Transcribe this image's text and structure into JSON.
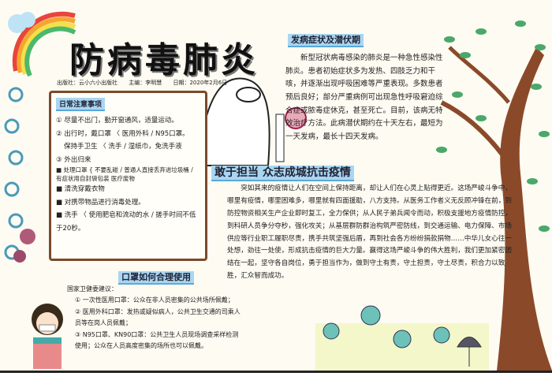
{
  "title": "防病毒肺炎",
  "meta": {
    "publisher": "出版社：云小六小出版社",
    "editor": "主编：李明慧",
    "date": "日期：2020年2月6日"
  },
  "daily": {
    "heading": "日常注意事项",
    "items": [
      "① 尽量不出门，勤开窗通风，适量运动。",
      "② 出行时，戴口罩 〈 医用外科 / N95口罩。",
      "保持手卫生 〈 洗手 / 湿纸巾，免洗手液",
      "③ 外出归来",
      "■ 处理口罩 { 不要乱碰 / 普通人直接丢弃进垃圾桶 / 有症状用自封袋包装 医疗废物",
      "■ 清洗穿戴衣物",
      "■ 对携带物品进行消毒处理。",
      "■ 洗手 〈 使用肥皂和流动的水 / 搓手时间不低于20秒。"
    ]
  },
  "symptoms": {
    "heading": "发病症状及潜伏期",
    "text": "新型冠状病毒感染的肺炎是一种急性感染性肺炎。患者初始症状多为发热、四肢乏力和干咳，并逐渐出现呼吸困难等严重表现。多数患者预后良好；部分严重病例可出现急性呼吸窘迫综合症或脓毒症休克，甚至死亡。目前，该病无特效治疗方法。此病潜伏期约在十天左右，最短为一天发病，最长十四天发病。"
  },
  "unity": {
    "heading": "敢于担当 众志成城抗击疫情",
    "text": "突如其来的疫情让人们在空间上保持距离，却让人们在心灵上贴得更近。这场严峻斗争中，哪里有疫情，哪里困难多，哪里就有四面援助，八方支持。从医务工作者义无反顾冲锋在前，到防控物资相关生产企业即时复工，全力保供；从人民子弟兵闻令而动，积极支援地方疫情防控，到科研人员争分夺秒，强化攻关；从基层群防群治构筑严密防线，到交通运输、电力保障、市场供应等行业职工履职尽责，携手共筑坚强后盾，再到社会各方纷纷捐款捐物……中华儿女心往一处想，劲往一处使，形成抗击疫情的巨大力量。赢得这场严峻斗争的伟大胜利，我们更加紧密团结在一起，坚守各自岗位，勇于担当作为，做到守土有责，守土担责，守土尽责，积合力以致胜，汇众智而成功。"
  },
  "masks": {
    "heading": "口罩如何合理使用",
    "intro": "国家卫健委建议：",
    "items": [
      "① 一次性医用口罩：公众在非人员密集的公共场所佩戴；",
      "② 医用外科口罩：发热或疑似病人，公共卫生交通的司乘人员等在岗人员佩戴；",
      "③ N95口罩、KN90口罩：公共卫生人员现场调查采样检测使用；公众在人员高度密集的场所也可以佩戴。"
    ]
  },
  "colors": {
    "heading_bg": "#a9d6f2",
    "frame": "#7a4a2b",
    "tree_trunk": "#8a4a2a",
    "leaf": "#4aa86a",
    "paper": "#fdfbf2"
  }
}
